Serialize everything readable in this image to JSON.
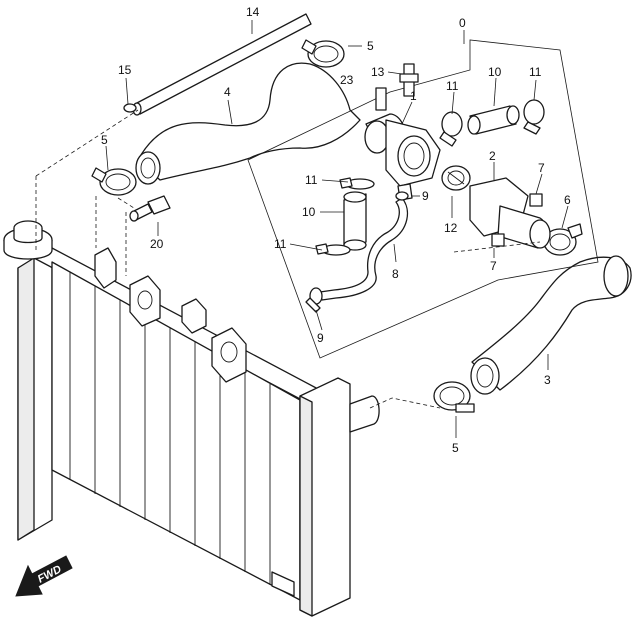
{
  "callouts": {
    "c0": "0",
    "c1": "1",
    "c2": "2",
    "c3": "3",
    "c4": "4",
    "c5a": "5",
    "c5b": "5",
    "c5c": "5",
    "c6": "6",
    "c7a": "7",
    "c7b": "7",
    "c8": "8",
    "c9a": "9",
    "c9b": "9",
    "c10a": "10",
    "c10b": "10",
    "c11a": "11",
    "c11b": "11",
    "c11c": "11",
    "c11d": "11",
    "c12": "12",
    "c13": "13",
    "c14": "14",
    "c15": "15",
    "c20": "20",
    "c23": "23"
  },
  "fwd_label": "FWD"
}
